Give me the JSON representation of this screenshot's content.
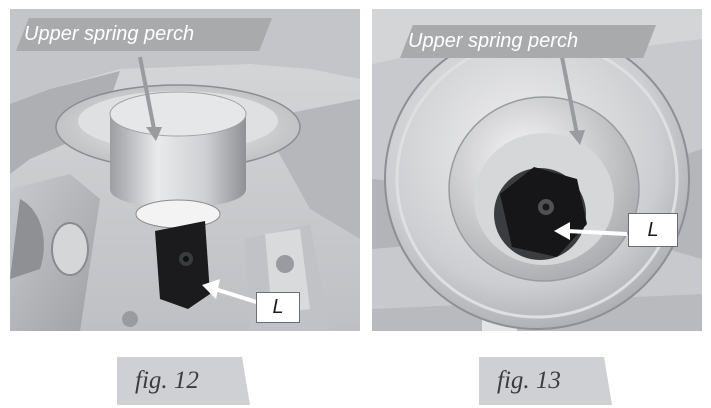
{
  "figures": [
    {
      "callout": "Upper spring perch",
      "marker": "L",
      "caption": "fig. 12"
    },
    {
      "callout": "Upper spring perch",
      "marker": "L",
      "caption": "fig. 13"
    }
  ]
}
